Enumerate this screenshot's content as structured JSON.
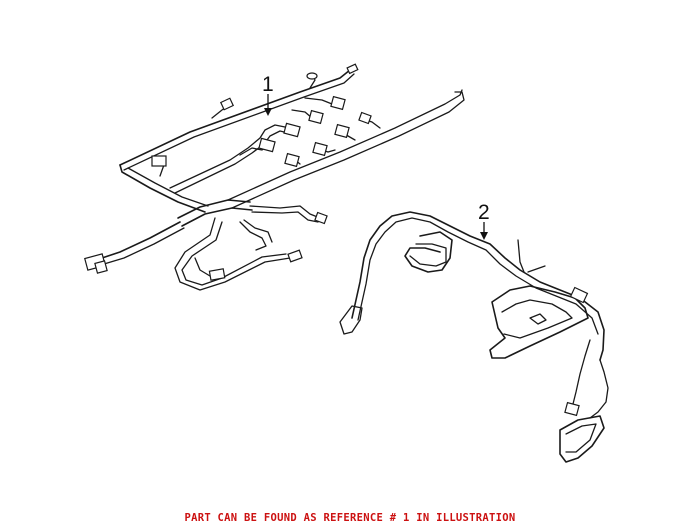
{
  "diagram": {
    "callouts": [
      {
        "label": "1"
      },
      {
        "label": "2"
      }
    ]
  },
  "footer": {
    "note": "PART CAN BE FOUND AS REFERENCE # 1 IN ILLUSTRATION",
    "color": "#cc1111"
  }
}
